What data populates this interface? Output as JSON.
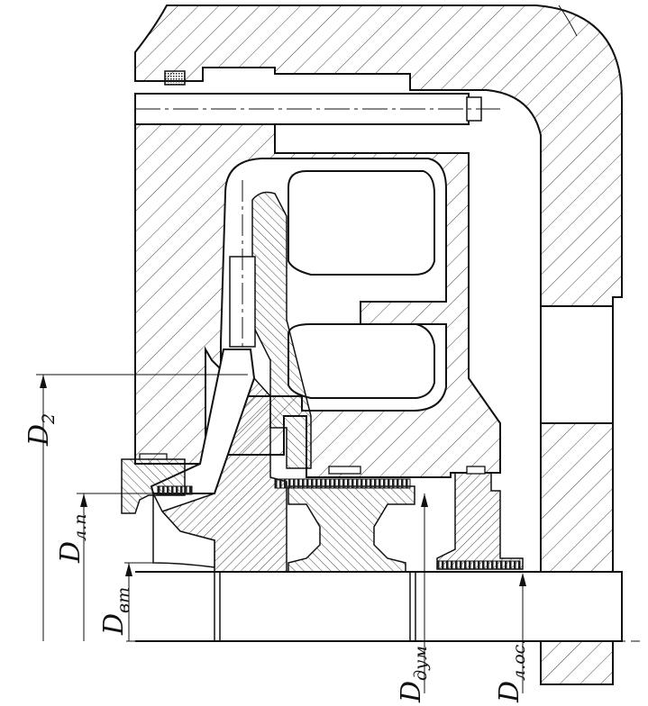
{
  "drawing": {
    "subject": "Centrifugal pump stage cross-section",
    "dimensions": [
      {
        "id": "d2",
        "main": "D",
        "sub": "2"
      },
      {
        "id": "dlp",
        "main": "D",
        "sub": "л.п"
      },
      {
        "id": "dvt",
        "main": "D",
        "sub": "вт"
      },
      {
        "id": "ddum",
        "main": "D",
        "sub": "дум"
      },
      {
        "id": "dlos",
        "main": "D",
        "sub": "л.ос."
      }
    ]
  }
}
